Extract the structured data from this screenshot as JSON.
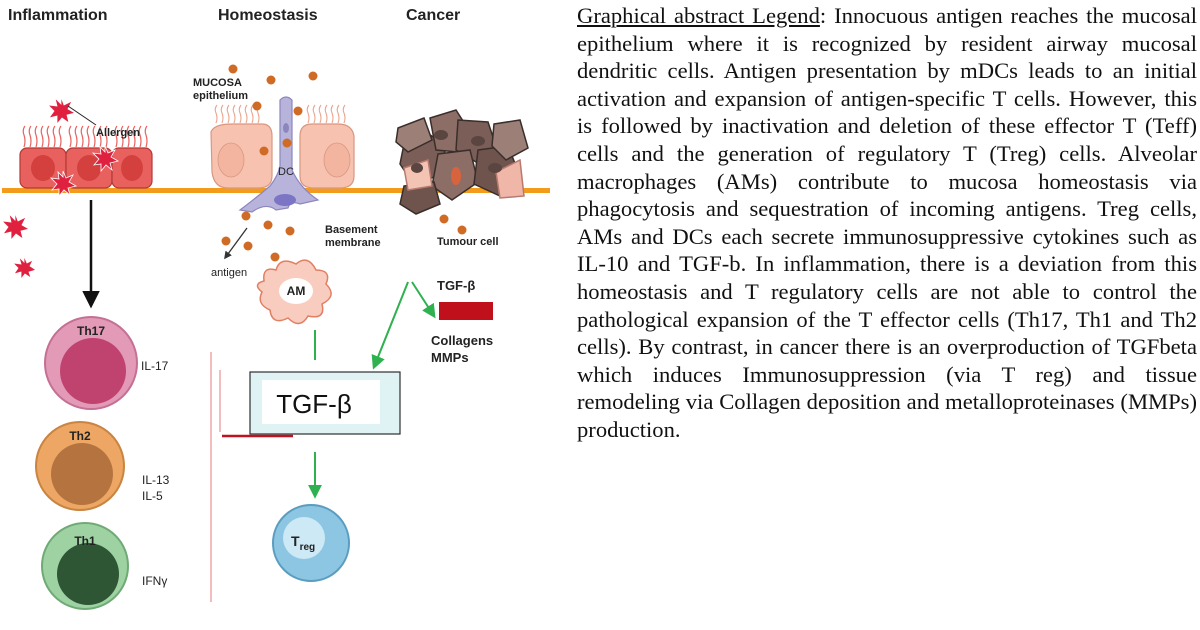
{
  "figure": {
    "sections": {
      "inflammation": "Inflammation",
      "homeostasis": "Homeostasis",
      "cancer": "Cancer"
    },
    "labels": {
      "allergen": "Allergen",
      "mucosa_line1": "MUCOSA",
      "mucosa_line2": "epithelium",
      "dc": "DC",
      "basement_line1": "Basement",
      "basement_line2": "membrane",
      "antigen": "antigen",
      "tumour_cell": "Tumour cell",
      "am": "AM",
      "tgfb_small": "TGF-β",
      "collagens": "Collagens",
      "mmps": "MMPs",
      "tgfb_box": "TGF-β",
      "treg_main": "T",
      "treg_sub": "reg"
    },
    "t_cells": [
      {
        "name": "Th17",
        "cytokine_1": "IL-17",
        "cytokine_2": ""
      },
      {
        "name": "Th2",
        "cytokine_1": "IL-13",
        "cytokine_2": "IL-5"
      },
      {
        "name": "Th1",
        "cytokine_1": "IFNγ",
        "cytokine_2": ""
      }
    ],
    "colors": {
      "membrane": "#F39C1B",
      "inflamed_cell": "#E8615F",
      "epithelial_cell": "#F7C3B0",
      "dc": "#B7B3DA",
      "antigen_dot": "#CF6B25",
      "allergen": "#E0203F",
      "tumour_cell": "#8C6E67",
      "arrow_green": "#2FB14F",
      "inhibit_red": "#C0111F",
      "collagen_bar": "#C0101B",
      "tgf_box_fill": "#DFF3F5",
      "th17": "#E29AB7",
      "th2": "#EDA664",
      "th1": "#9ED2A3",
      "treg": "#8DC6E2"
    }
  },
  "legend": {
    "title": "Graphical abstract Legend",
    "body": ": Innocuous antigen reaches the mucosal epithelium where it is recognized by resident airway mucosal dendritic cells. Antigen presentation by mDCs leads to an initial activation and expansion of antigen-specific T cells. However, this is followed by inactivation and deletion of these effector T (Teff) cells and the generation of regulatory T (Treg) cells. Alveolar macrophages (AMs) contribute to mucosa homeostasis via phagocytosis and sequestration of incoming antigens. Treg cells, AMs and DCs each secrete immunosuppressive cytokines such as IL-10 and TGF-b. In inflammation, there is a deviation from this homeostasis and T regulatory cells are not able to control the pathological expansion of the T effector cells (Th17, Th1 and Th2 cells). By contrast, in cancer there is an overproduction of TGFbeta which induces Immunosuppression (via T reg) and tissue remodeling via Collagen deposition and metalloproteinases (MMPs) production."
  }
}
